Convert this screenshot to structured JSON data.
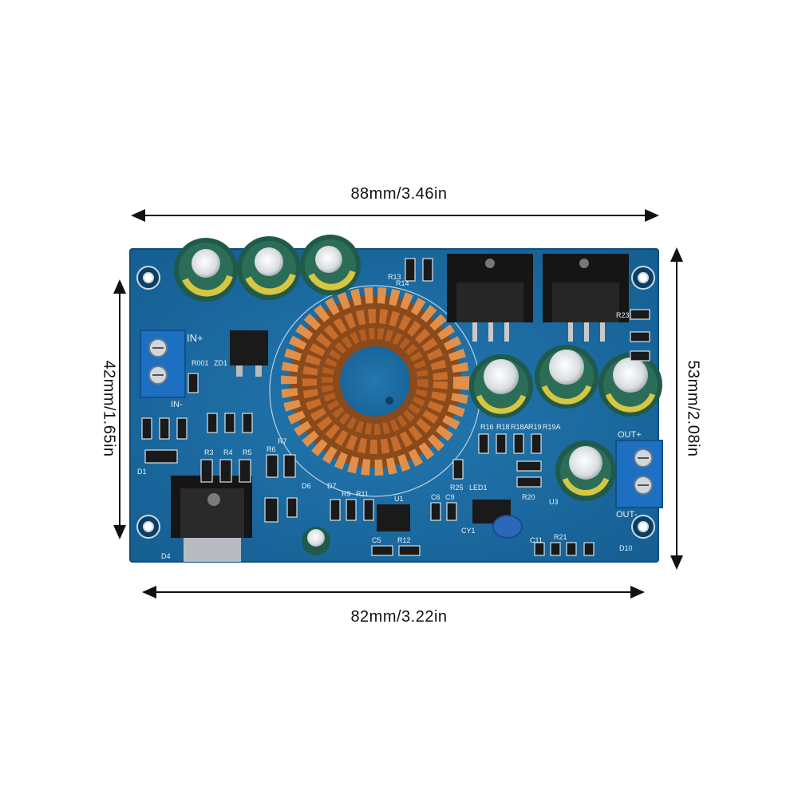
{
  "dimensions": {
    "top": "88mm/3.46in",
    "bottom": "82mm/3.22in",
    "left": "42mm/1.65in",
    "right": "53mm/2.08in"
  },
  "board": {
    "color": "#1b6fa6",
    "silkscreen": {
      "in_plus": "IN+",
      "in_minus": "IN-",
      "out_plus": "OUT+",
      "out_minus": "OUT-",
      "u1": "U1",
      "u3": "U3",
      "led1": "LED1",
      "d1": "D1",
      "d4": "D4",
      "d6": "D6",
      "d7": "D7",
      "d10": "D10",
      "r3": "R3",
      "r4": "R4",
      "r5": "R5",
      "r6": "R6",
      "r7": "R7",
      "r9": "R9",
      "r11": "R11",
      "r12": "R12",
      "r16": "R16",
      "r18": "R18",
      "r18a": "R18A",
      "r19": "R19",
      "r19a": "R19A",
      "r20": "R20",
      "r21": "R21",
      "r23": "R23",
      "r25": "R25",
      "r13": "R13",
      "r14": "R14",
      "r001": "R001",
      "zd1": "ZD1",
      "c5": "C5",
      "c6": "C6",
      "c9": "C9",
      "c11": "C11",
      "cy1": "CY1"
    }
  }
}
